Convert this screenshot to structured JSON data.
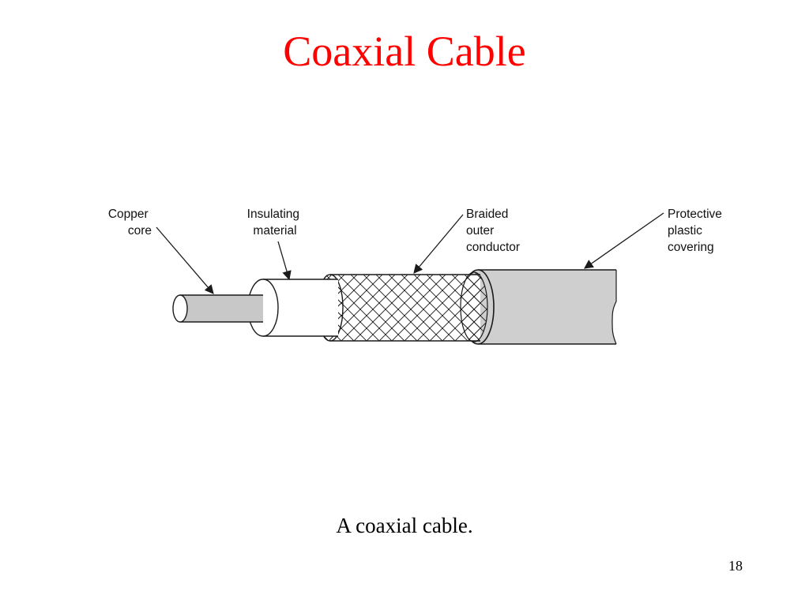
{
  "slide": {
    "title": "Coaxial Cable",
    "title_color": "#ff0000",
    "caption": "A coaxial cable.",
    "page_number": "18"
  },
  "diagram": {
    "labels": {
      "copper_core": [
        "Copper",
        "core"
      ],
      "insulating_material": [
        "Insulating",
        "material"
      ],
      "braided_outer_conductor": [
        "Braided",
        "outer",
        "conductor"
      ],
      "protective_plastic_covering": [
        "Protective",
        "plastic",
        "covering"
      ]
    },
    "colors": {
      "core_fill": "#c8c8c8",
      "insulation_fill": "#ffffff",
      "braid_fill": "#ffffff",
      "jacket_fill": "#cfcfcf",
      "stroke": "#1a1a1a"
    }
  }
}
